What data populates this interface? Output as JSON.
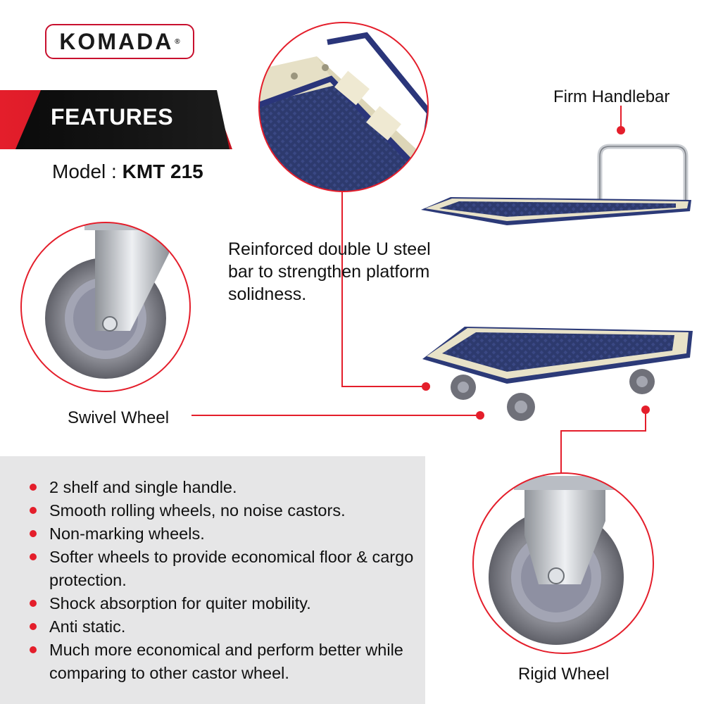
{
  "brand": {
    "logo_text": "KOMADA",
    "registered_mark": "®"
  },
  "banner": {
    "title": "FEATURES"
  },
  "model": {
    "label": "Model : ",
    "value": "KMT 215"
  },
  "callouts": {
    "handlebar": "Firm Handlebar",
    "reinforced": "Reinforced double U steel bar to strengthen platform solidness.",
    "swivel": "Swivel Wheel",
    "rigid": "Rigid Wheel"
  },
  "features": [
    "2 shelf and single handle.",
    "Smooth rolling wheels, no noise castors.",
    "Non-marking wheels.",
    "Softer wheels to provide economical floor & cargo protection.",
    "Shock absorption for quiter mobility.",
    "Anti static.",
    "Much more economical and perform better while comparing to other castor wheel."
  ],
  "colors": {
    "accent_red": "#e41e2b",
    "platform_blue": "#2c3a78",
    "frame_cream": "#e8e2c8",
    "chrome": "#c9ccd1",
    "wheel_grey": "#7f8088",
    "panel_grey": "#e6e6e7"
  }
}
